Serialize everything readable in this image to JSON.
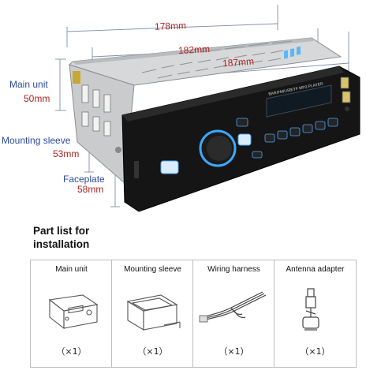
{
  "dimensions": {
    "width_a": "178mm",
    "width_b": "182mm",
    "width_c": "187mm",
    "main_unit_label": "Main unit",
    "main_unit_value": "50mm",
    "sleeve_label": "Mounting sleeve",
    "sleeve_value": "53mm",
    "faceplate_label": "Faceplate",
    "faceplate_value": "58mm"
  },
  "device": {
    "display_text": "BAR/FM/USB/TF MP3 PLAYER"
  },
  "parts_section": {
    "title_line1": "Part list for",
    "title_line2": "installation",
    "items": [
      {
        "label": "Main unit",
        "qty": "（×1）"
      },
      {
        "label": "Mounting sleeve",
        "qty": "（×1）"
      },
      {
        "label": "Wiring harness",
        "qty": "（×1）"
      },
      {
        "label": "Antenna adapter",
        "qty": "（×1）"
      }
    ]
  },
  "colors": {
    "dimension_text": "#b22222",
    "dimension_label": "#2b4a9c",
    "accent_blue": "#4aa8ff",
    "border": "#bdbdbd"
  }
}
